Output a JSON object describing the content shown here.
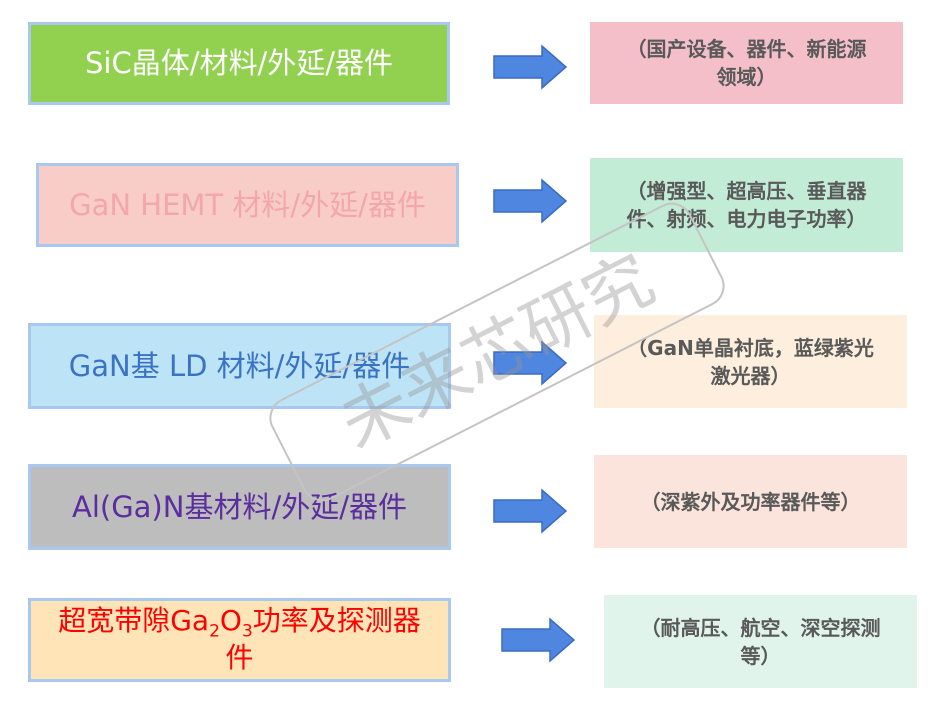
{
  "rows": [
    {
      "left": "SiC晶体/材料/外延/器件",
      "right_lines": [
        "（国产设备、器件、新能源",
        "领域）"
      ]
    },
    {
      "left": "GaN HEMT 材料/外延/器件",
      "right_lines": [
        "（增强型、超高压、垂直器",
        "件、射频、电力电子功率）"
      ]
    },
    {
      "left": "GaN基 LD 材料/外延/器件",
      "right_lines": [
        "（GaN单晶衬底，蓝绿紫光",
        "激光器）"
      ]
    },
    {
      "left": "Al(Ga)N基材料/外延/器件",
      "right_lines": [
        "（深紫外及功率器件等）"
      ]
    },
    {
      "left_pre": "超宽带隙Ga",
      "left_sub1": "2",
      "left_mid": "O",
      "left_sub2": "3",
      "left_post": "功率及探测器",
      "left_line2": "件",
      "right_lines": [
        "（耐高压、航空、深空探测",
        "等）"
      ]
    }
  ],
  "watermark": "未来芯研究",
  "colors": {
    "arrow_fill": "#4f86e0",
    "arrow_stroke": "#3a6cc0",
    "box_border": "#a9c8ef"
  }
}
